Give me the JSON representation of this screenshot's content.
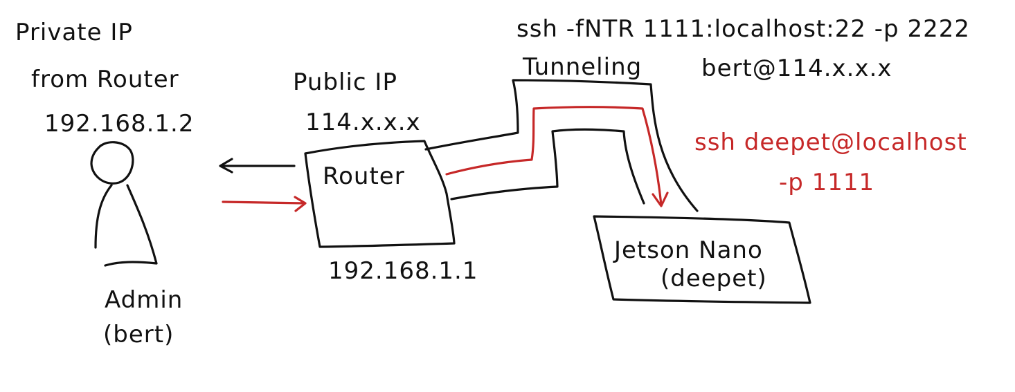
{
  "admin": {
    "private_ip_line1": "Private IP",
    "private_ip_line2": "from Router",
    "private_ip_value": "192.168.1.2",
    "name": "Admin",
    "user": "(bert)"
  },
  "router": {
    "public_ip_label": "Public IP",
    "public_ip_value": "114.x.x.x",
    "label": "Router",
    "lan_ip": "192.168.1.1"
  },
  "tunnel": {
    "command_line1": "ssh -fNTR 1111:localhost:22 -p 2222",
    "command_line2": "bert@114.x.x.x",
    "label": "Tunneling"
  },
  "jetson": {
    "label": "Jetson Nano",
    "user": "(deepet)"
  },
  "access": {
    "command_line1": "ssh deepet@localhost",
    "command_line2": "-p 1111"
  },
  "colors": {
    "ink": "#111111",
    "accent": "#c62828",
    "background": "#ffffff"
  }
}
